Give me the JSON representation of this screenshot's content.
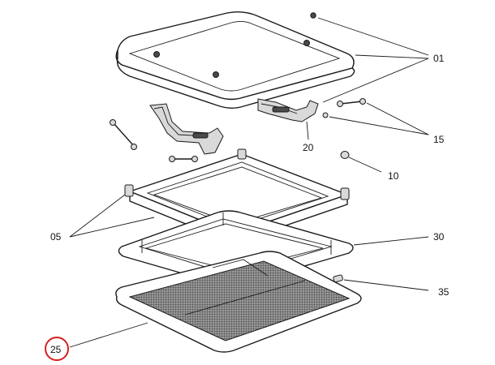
{
  "labels": {
    "cover": "01",
    "hinge_pins": "15",
    "arm_bracket": "20",
    "nut": "10",
    "frame": "05",
    "inner_frame": "30",
    "clip": "35",
    "screen": "25"
  },
  "colors": {
    "highlight": "#d42020",
    "line": "#1a1a1a",
    "mesh": "#5a5a5a"
  }
}
